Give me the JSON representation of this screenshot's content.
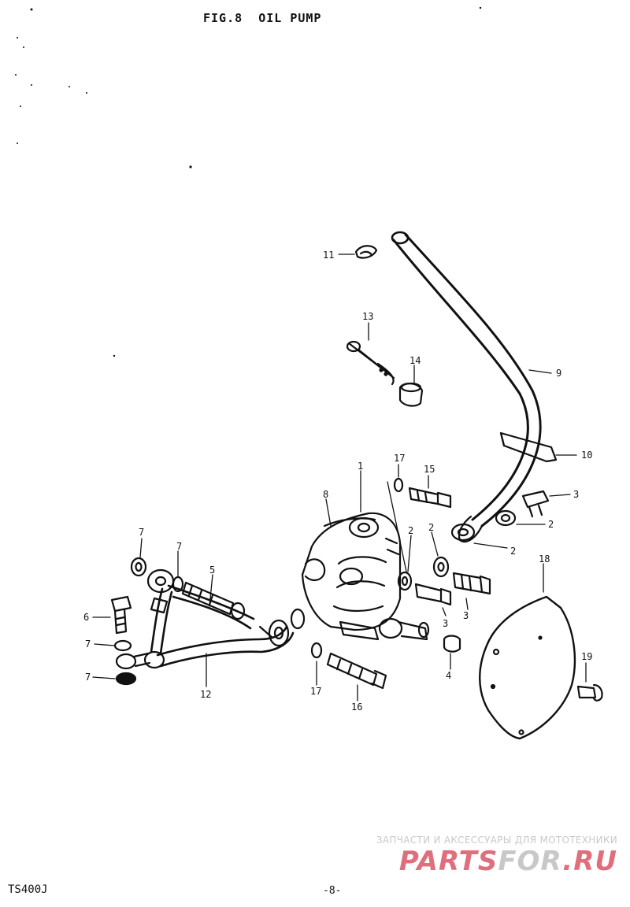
{
  "title": "FIG.8  OIL PUMP",
  "model": "TS400J",
  "page_number": "-8-",
  "watermark": {
    "tagline": "ЗАПЧАСТИ И АКСЕССУАРЫ ДЛЯ МОТОТЕХНИКИ",
    "logo_part1": "PARTS",
    "logo_part2": "FOR",
    "logo_part3": ".RU"
  },
  "callouts": [
    {
      "id": "c11",
      "text": "11"
    },
    {
      "id": "c9",
      "text": "9"
    },
    {
      "id": "c13",
      "text": "13"
    },
    {
      "id": "c14",
      "text": "14"
    },
    {
      "id": "c10",
      "text": "10"
    },
    {
      "id": "c17a",
      "text": "17"
    },
    {
      "id": "c15",
      "text": "15"
    },
    {
      "id": "c1",
      "text": "1"
    },
    {
      "id": "c8",
      "text": "8"
    },
    {
      "id": "c3a",
      "text": "3"
    },
    {
      "id": "c2a",
      "text": "2"
    },
    {
      "id": "c2b",
      "text": "2"
    },
    {
      "id": "c2c",
      "text": "2"
    },
    {
      "id": "c2d",
      "text": "2"
    },
    {
      "id": "c3b",
      "text": "3"
    },
    {
      "id": "c3c",
      "text": "3"
    },
    {
      "id": "c4",
      "text": "4"
    },
    {
      "id": "c18",
      "text": "18"
    },
    {
      "id": "c19",
      "text": "19"
    },
    {
      "id": "c7a",
      "text": "7"
    },
    {
      "id": "c7b",
      "text": "7"
    },
    {
      "id": "c5",
      "text": "5"
    },
    {
      "id": "c6",
      "text": "6"
    },
    {
      "id": "c7c",
      "text": "7"
    },
    {
      "id": "c7d",
      "text": "7"
    },
    {
      "id": "c12",
      "text": "12"
    },
    {
      "id": "c17b",
      "text": "17"
    },
    {
      "id": "c16",
      "text": "16"
    }
  ]
}
